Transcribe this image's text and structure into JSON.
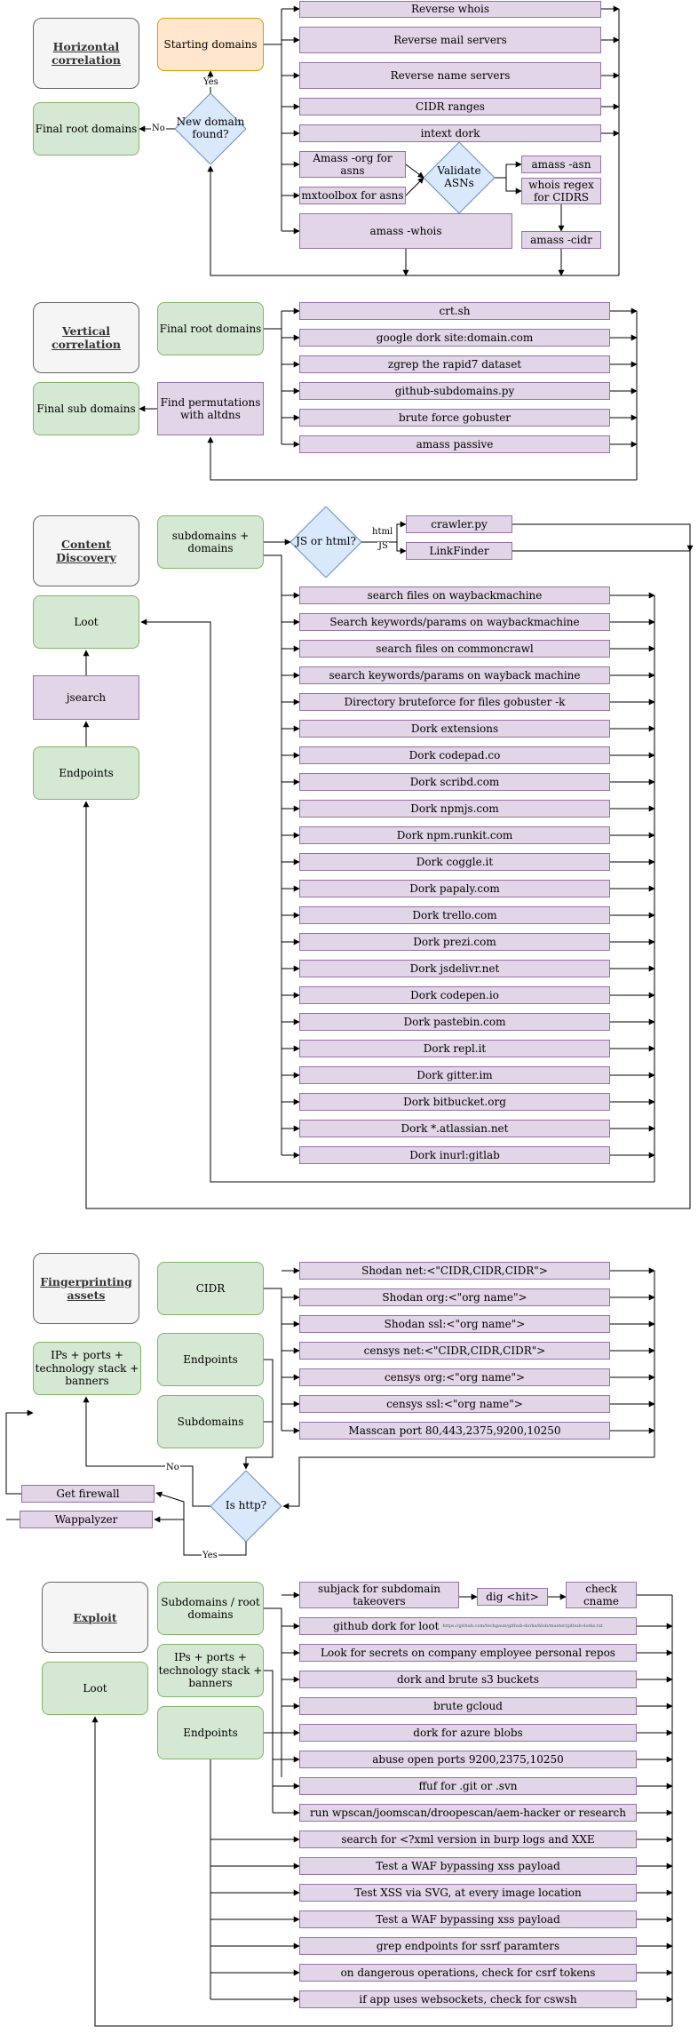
{
  "horizontal": {
    "title": "Horizontal correlation",
    "start": "Starting domains",
    "decision": "New domain found?",
    "final": "Final root domains",
    "yes": "Yes",
    "no": "No",
    "steps": [
      "Reverse whois",
      "Reverse mail servers",
      "Reverse name servers",
      "CIDR ranges",
      "intext dork"
    ],
    "amass_org": "Amass -org for asns",
    "mxtoolbox": "mxtoolbox for asns",
    "validate": "Validate ASNs",
    "amass_asn": "amass -asn",
    "whois_regex": "whois regex for CIDRS",
    "amass_whois": "amass -whois",
    "amass_cidr": "amass -cidr"
  },
  "vertical": {
    "title": "Vertical correlation",
    "start": "Final root domains",
    "permutations": "Find permutations with altdns",
    "final": "Final sub domains",
    "steps": [
      "crt.sh",
      "google dork site:domain.com",
      "zgrep the rapid7 dataset",
      "github-subdomains.py",
      "brute force gobuster",
      "amass passive"
    ]
  },
  "content": {
    "title": "Content Discovery",
    "start": "subdomains + domains",
    "decision": "JS or html?",
    "html_label": "html",
    "js_label": "JS",
    "crawler": "crawler.py",
    "linkfinder": "LinkFinder",
    "loot": "Loot",
    "jsearch": "jsearch",
    "endpoints": "Endpoints",
    "steps": [
      "search files on waybackmachine",
      "Search keywords/params on waybackmachine",
      "search files on commoncrawl",
      "search keywords/params on wayback machine",
      "Directory bruteforce for files gobuster -k",
      "Dork extensions",
      "Dork codepad.co",
      "Dork scribd.com",
      "Dork npmjs.com",
      "Dork npm.runkit.com",
      "Dork coggle.it",
      "Dork papaly.com",
      "Dork trello.com",
      "Dork prezi.com",
      "Dork jsdelivr.net",
      "Dork codepen.io",
      "Dork pastebin.com",
      "Dork repl.it",
      "Dork gitter.im",
      "Dork bitbucket.org",
      "Dork *.atlassian.net",
      "Dork inurl:gitlab"
    ]
  },
  "fingerprint": {
    "title": "Fingerprinting assets",
    "cidr": "CIDR",
    "endpoints": "Endpoints",
    "subdomains": "Subdomains",
    "result": "IPs + ports + technology stack + banners",
    "decision": "Is http?",
    "no": "No",
    "yes": "Yes",
    "get_firewall": "Get firewall",
    "wappalyzer": "Wappalyzer",
    "steps": [
      "Shodan net:<\"CIDR,CIDR,CIDR\">",
      "Shodan org:<\"org name\">",
      "Shodan ssl:<\"org name\">",
      "censys net:<\"CIDR,CIDR,CIDR\">",
      "censys org:<\"org name\">",
      "censys ssl:<\"org name\">",
      "Masscan port 80,443,2375,9200,10250"
    ]
  },
  "exploit": {
    "title": "Exploit",
    "loot": "Loot",
    "in_subdomains": "Subdomains / root domains",
    "in_ips": "IPs + ports + technology stack + banners",
    "in_endpoints": "Endpoints",
    "subjack": "subjack for subdomain takeovers",
    "dig": "dig <hit>",
    "cname": "check cname",
    "github_dork": "github dork for loot",
    "github_url": "https://github.com/techgaun/github-dorks/blob/master/github-dorks.txt",
    "steps": [
      "Look for secrets on company employee personal repos",
      "dork and brute s3 buckets",
      "brute gcloud",
      "dork for azure blobs",
      "abuse open ports 9200,2375,10250",
      "ffuf for .git or .svn",
      "run wpscan/joomscan/droopescan/aem-hacker or research",
      "search for <?xml version in burp logs and XXE",
      "Test a WAF bypassing xss payload",
      "Test XSS via SVG, at every image location",
      "Test a WAF bypassing xss payload",
      "grep endpoints for ssrf paramters",
      "on dangerous operations, check for csrf tokens",
      "if app uses websockets, check for cswsh"
    ]
  }
}
